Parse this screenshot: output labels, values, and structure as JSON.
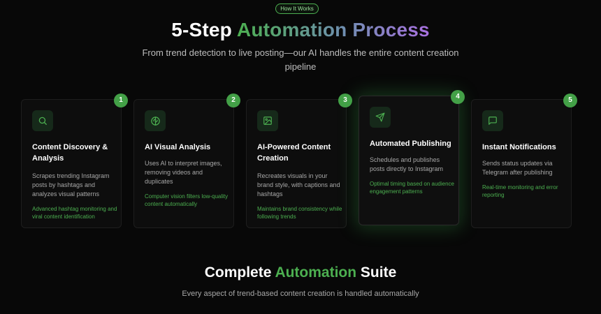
{
  "badge": "How It Works",
  "hero": {
    "title_plain": "5-Step ",
    "title_gradient": "Automation Process",
    "subtitle": "From trend detection to live posting—our AI handles the entire content creation pipeline"
  },
  "steps": [
    {
      "number": "1",
      "icon": "search-icon",
      "title": "Content Discovery & Analysis",
      "description": "Scrapes trending Instagram posts by hashtags and analyzes visual patterns",
      "note": "Advanced hashtag monitoring and viral content identification"
    },
    {
      "number": "2",
      "icon": "brain-icon",
      "title": "AI Visual Analysis",
      "description": "Uses AI to interpret images, removing videos and duplicates",
      "note": "Computer vision filters low-quality content automatically"
    },
    {
      "number": "3",
      "icon": "image-icon",
      "title": "AI-Powered Content Creation",
      "description": "Recreates visuals in your brand style, with captions and hashtags",
      "note": "Maintains brand consistency while following trends"
    },
    {
      "number": "4",
      "icon": "send-icon",
      "title": "Automated Publishing",
      "description": "Schedules and publishes posts directly to Instagram",
      "note": "Optimal timing based on audience engagement patterns"
    },
    {
      "number": "5",
      "icon": "message-icon",
      "title": "Instant Notifications",
      "description": "Sends status updates via Telegram after publishing",
      "note": "Real-time monitoring and error reporting"
    }
  ],
  "suite": {
    "title_plain": "Complete ",
    "title_green": "Automation",
    "title_end": " Suite",
    "subtitle": "Every aspect of trend-based content creation is handled automatically"
  },
  "colors": {
    "accent": "#4caf50",
    "gradient_end": "#a970e0",
    "background": "#080808"
  }
}
